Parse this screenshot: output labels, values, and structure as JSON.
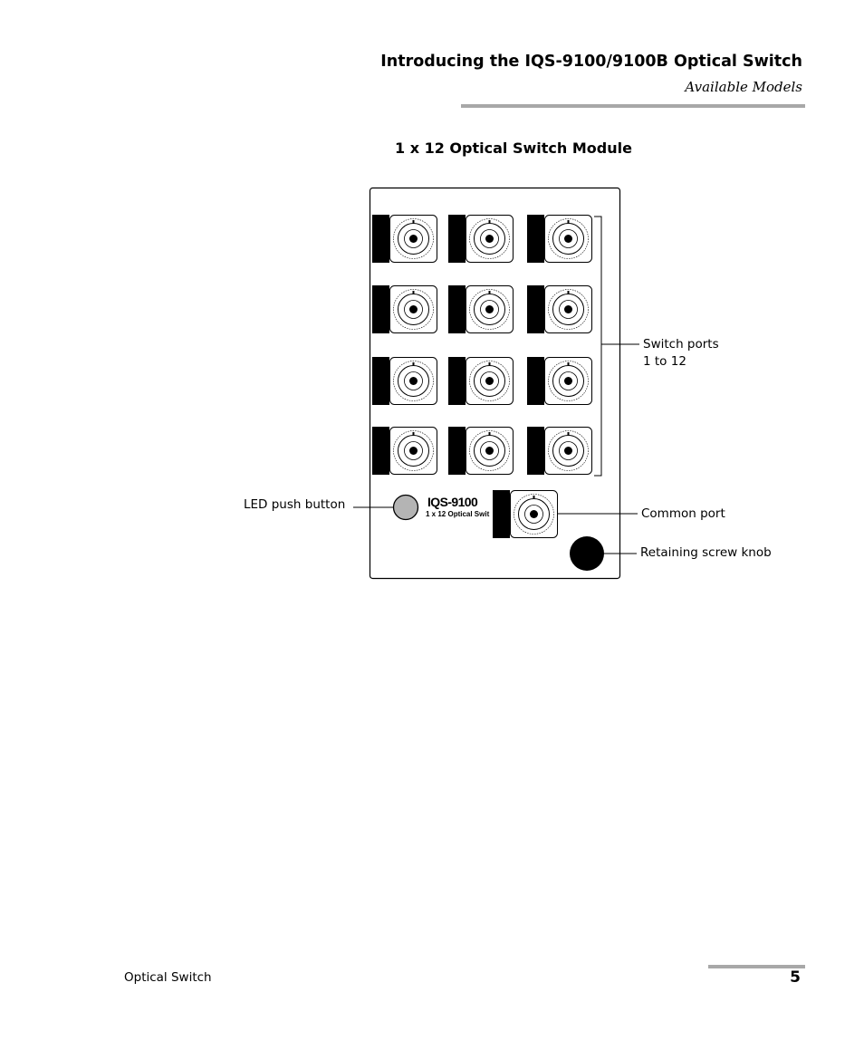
{
  "header": {
    "title": "Introducing the IQS-9100/9100B Optical Switch",
    "subtitle": "Available Models"
  },
  "figure": {
    "caption": "1 x 12 Optical Switch Module",
    "module": {
      "model_name": "IQS-9100",
      "model_description": "1 x 12 Optical Swit",
      "switch_port_count": 12
    },
    "callouts": {
      "switch_ports_line1": "Switch ports",
      "switch_ports_line2": "1 to 12",
      "led_push_button": "LED push button",
      "common_port": "Common port",
      "retaining_screw_knob": "Retaining screw knob"
    },
    "colors": {
      "led_button": "#b4b4b4",
      "knob": "#000000",
      "panel_border": "#000000"
    }
  },
  "footer": {
    "left_text": "Optical Switch",
    "page_number": "5"
  }
}
